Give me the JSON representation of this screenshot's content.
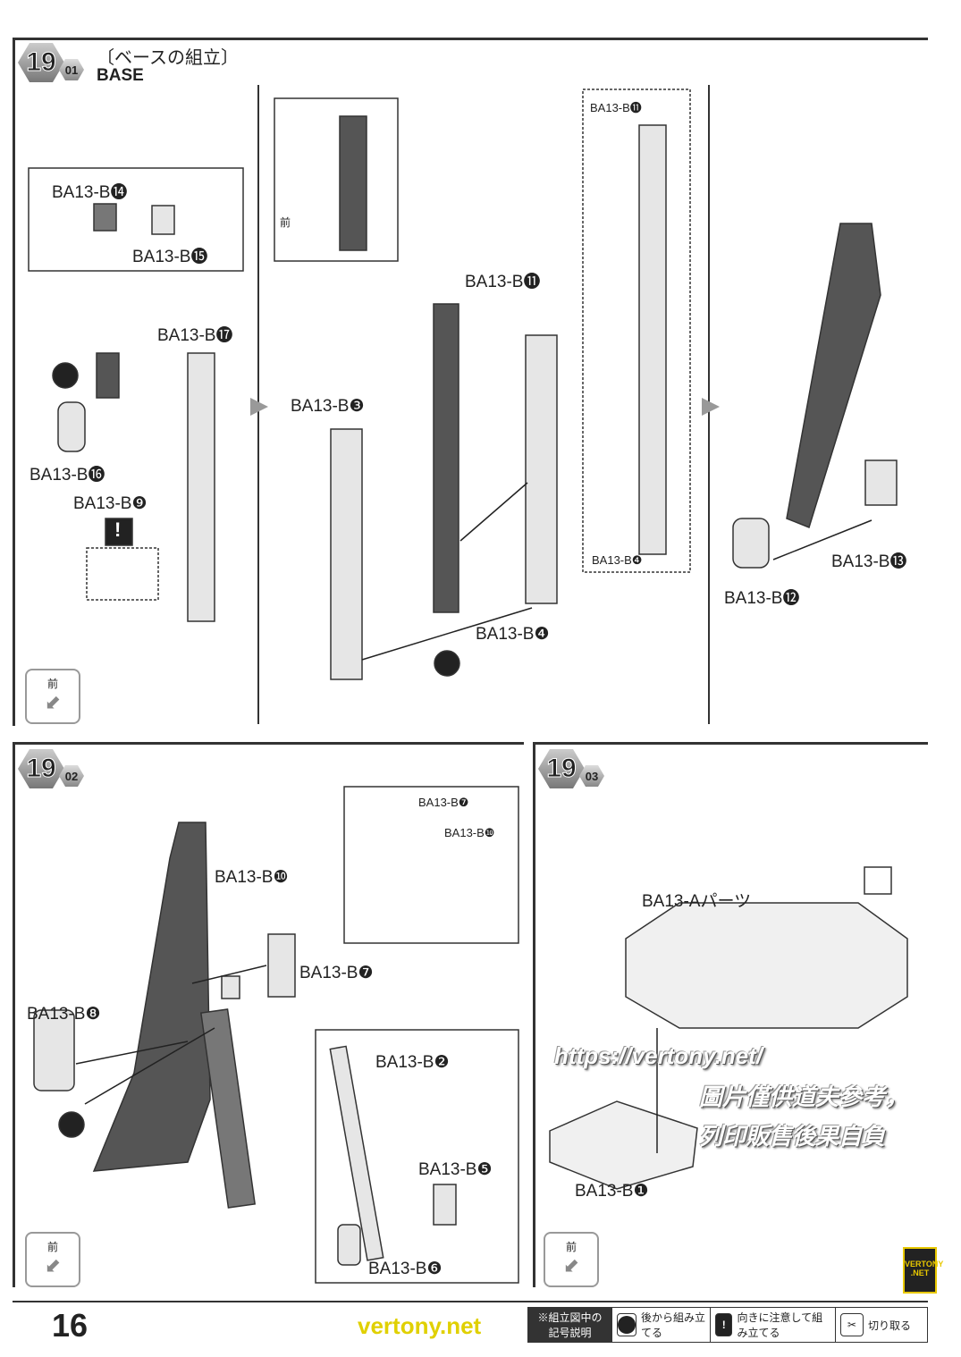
{
  "page_number": "16",
  "steps": [
    {
      "number": "19",
      "sub": "01",
      "title_jp": "〔ベースの組立〕",
      "title_en": "BASE"
    },
    {
      "number": "19",
      "sub": "02"
    },
    {
      "number": "19",
      "sub": "03"
    }
  ],
  "front_label": "前",
  "step1": {
    "labels": [
      "BA13-B⓮",
      "BA13-B⓯",
      "BA13-B⓱",
      "BA13-B⓰",
      "BA13-B❾",
      "BA13-B❸",
      "BA13-B⓫",
      "BA13-B❹",
      "BA13-B⓫",
      "BA13-B❹",
      "BA13-B⓭",
      "BA13-B⓬"
    ]
  },
  "step2": {
    "labels": [
      "BA13-B❿",
      "BA13-B❼",
      "BA13-B❽",
      "BA13-B❷",
      "BA13-B❺",
      "BA13-B❻",
      "BA13-B❼",
      "BA13-B❿"
    ]
  },
  "step3": {
    "labels": [
      "BA13-Aパーツ",
      "BA13-B❶"
    ]
  },
  "legend": {
    "heading": "※組立図中の記号説明",
    "items": [
      {
        "icon": "assemble-later-icon",
        "text": "後から組み立てる"
      },
      {
        "icon": "exclamation-icon",
        "text": "向きに注意して組み立てる"
      },
      {
        "icon": "nipper-icon",
        "text": "切り取る"
      }
    ]
  },
  "watermark": {
    "url": "https://vertony.net/",
    "line1": "圖片僅供道夫參考，",
    "line2": "列印販售後果自負",
    "logo": "VERTONY .NET",
    "footer": "vertony.net"
  }
}
